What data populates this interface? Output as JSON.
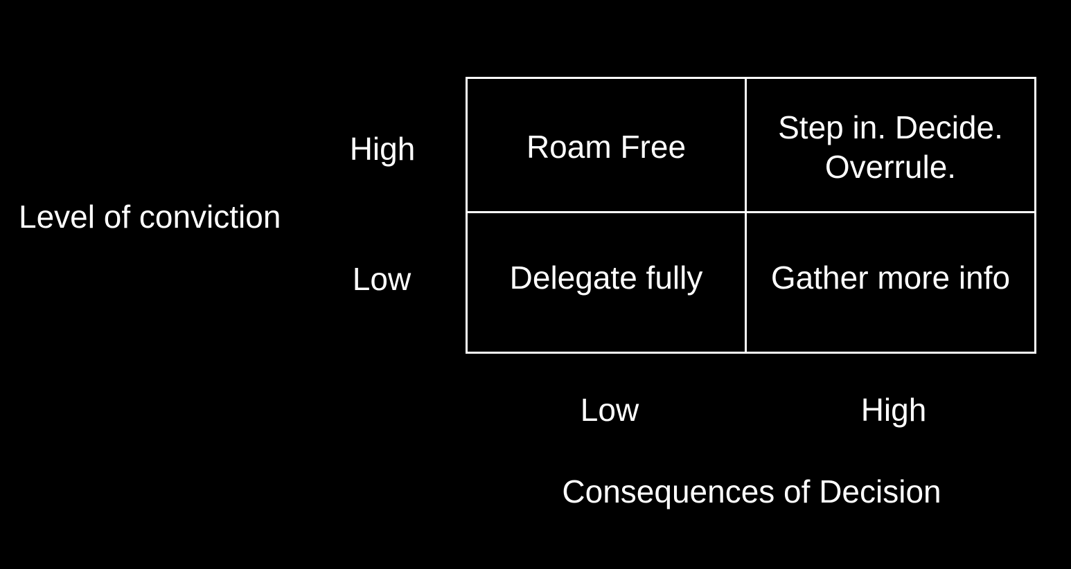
{
  "colors": {
    "background": "#000000",
    "text": "#ffffff",
    "grid_border": "#ffffff"
  },
  "matrix": {
    "y_axis": {
      "label": "Level of conviction",
      "top_value": "High",
      "bottom_value": "Low"
    },
    "x_axis": {
      "label": "Consequences of Decision",
      "left_value": "Low",
      "right_value": "High"
    },
    "quadrants": {
      "high_conviction_low_consequence": "Roam Free",
      "high_conviction_high_consequence": [
        "Step in. Decide.",
        "Overrule."
      ],
      "low_conviction_low_consequence": "Delegate fully",
      "low_conviction_high_consequence": "Gather more info"
    }
  }
}
